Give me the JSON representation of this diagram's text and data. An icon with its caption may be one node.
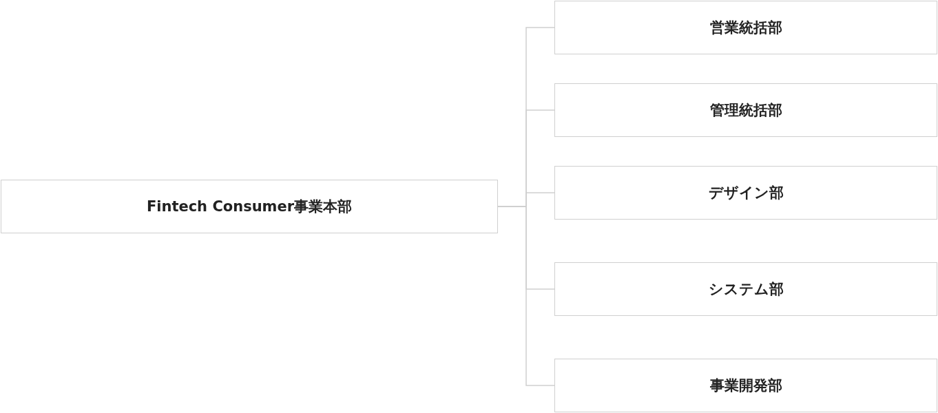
{
  "diagram": {
    "nodes": [
      {
        "text": [
          "Fintech Consumer事業本部"
        ]
      },
      {
        "text": [
          "営業統括部"
        ]
      },
      {
        "text": [
          "管理統括部"
        ]
      },
      {
        "text": [
          "デザイン部"
        ]
      },
      {
        "text": [
          "システム部"
        ]
      },
      {
        "text": [
          "事業開発部"
        ]
      }
    ],
    "edges": [
      {
        "from": 0,
        "to": 1,
        "arrow": "none"
      },
      {
        "from": 0,
        "to": 2,
        "arrow": "none"
      },
      {
        "from": 0,
        "to": 3,
        "arrow": "none"
      },
      {
        "from": 0,
        "to": 4,
        "arrow": "none"
      },
      {
        "from": 0,
        "to": 5,
        "arrow": "none"
      }
    ]
  }
}
